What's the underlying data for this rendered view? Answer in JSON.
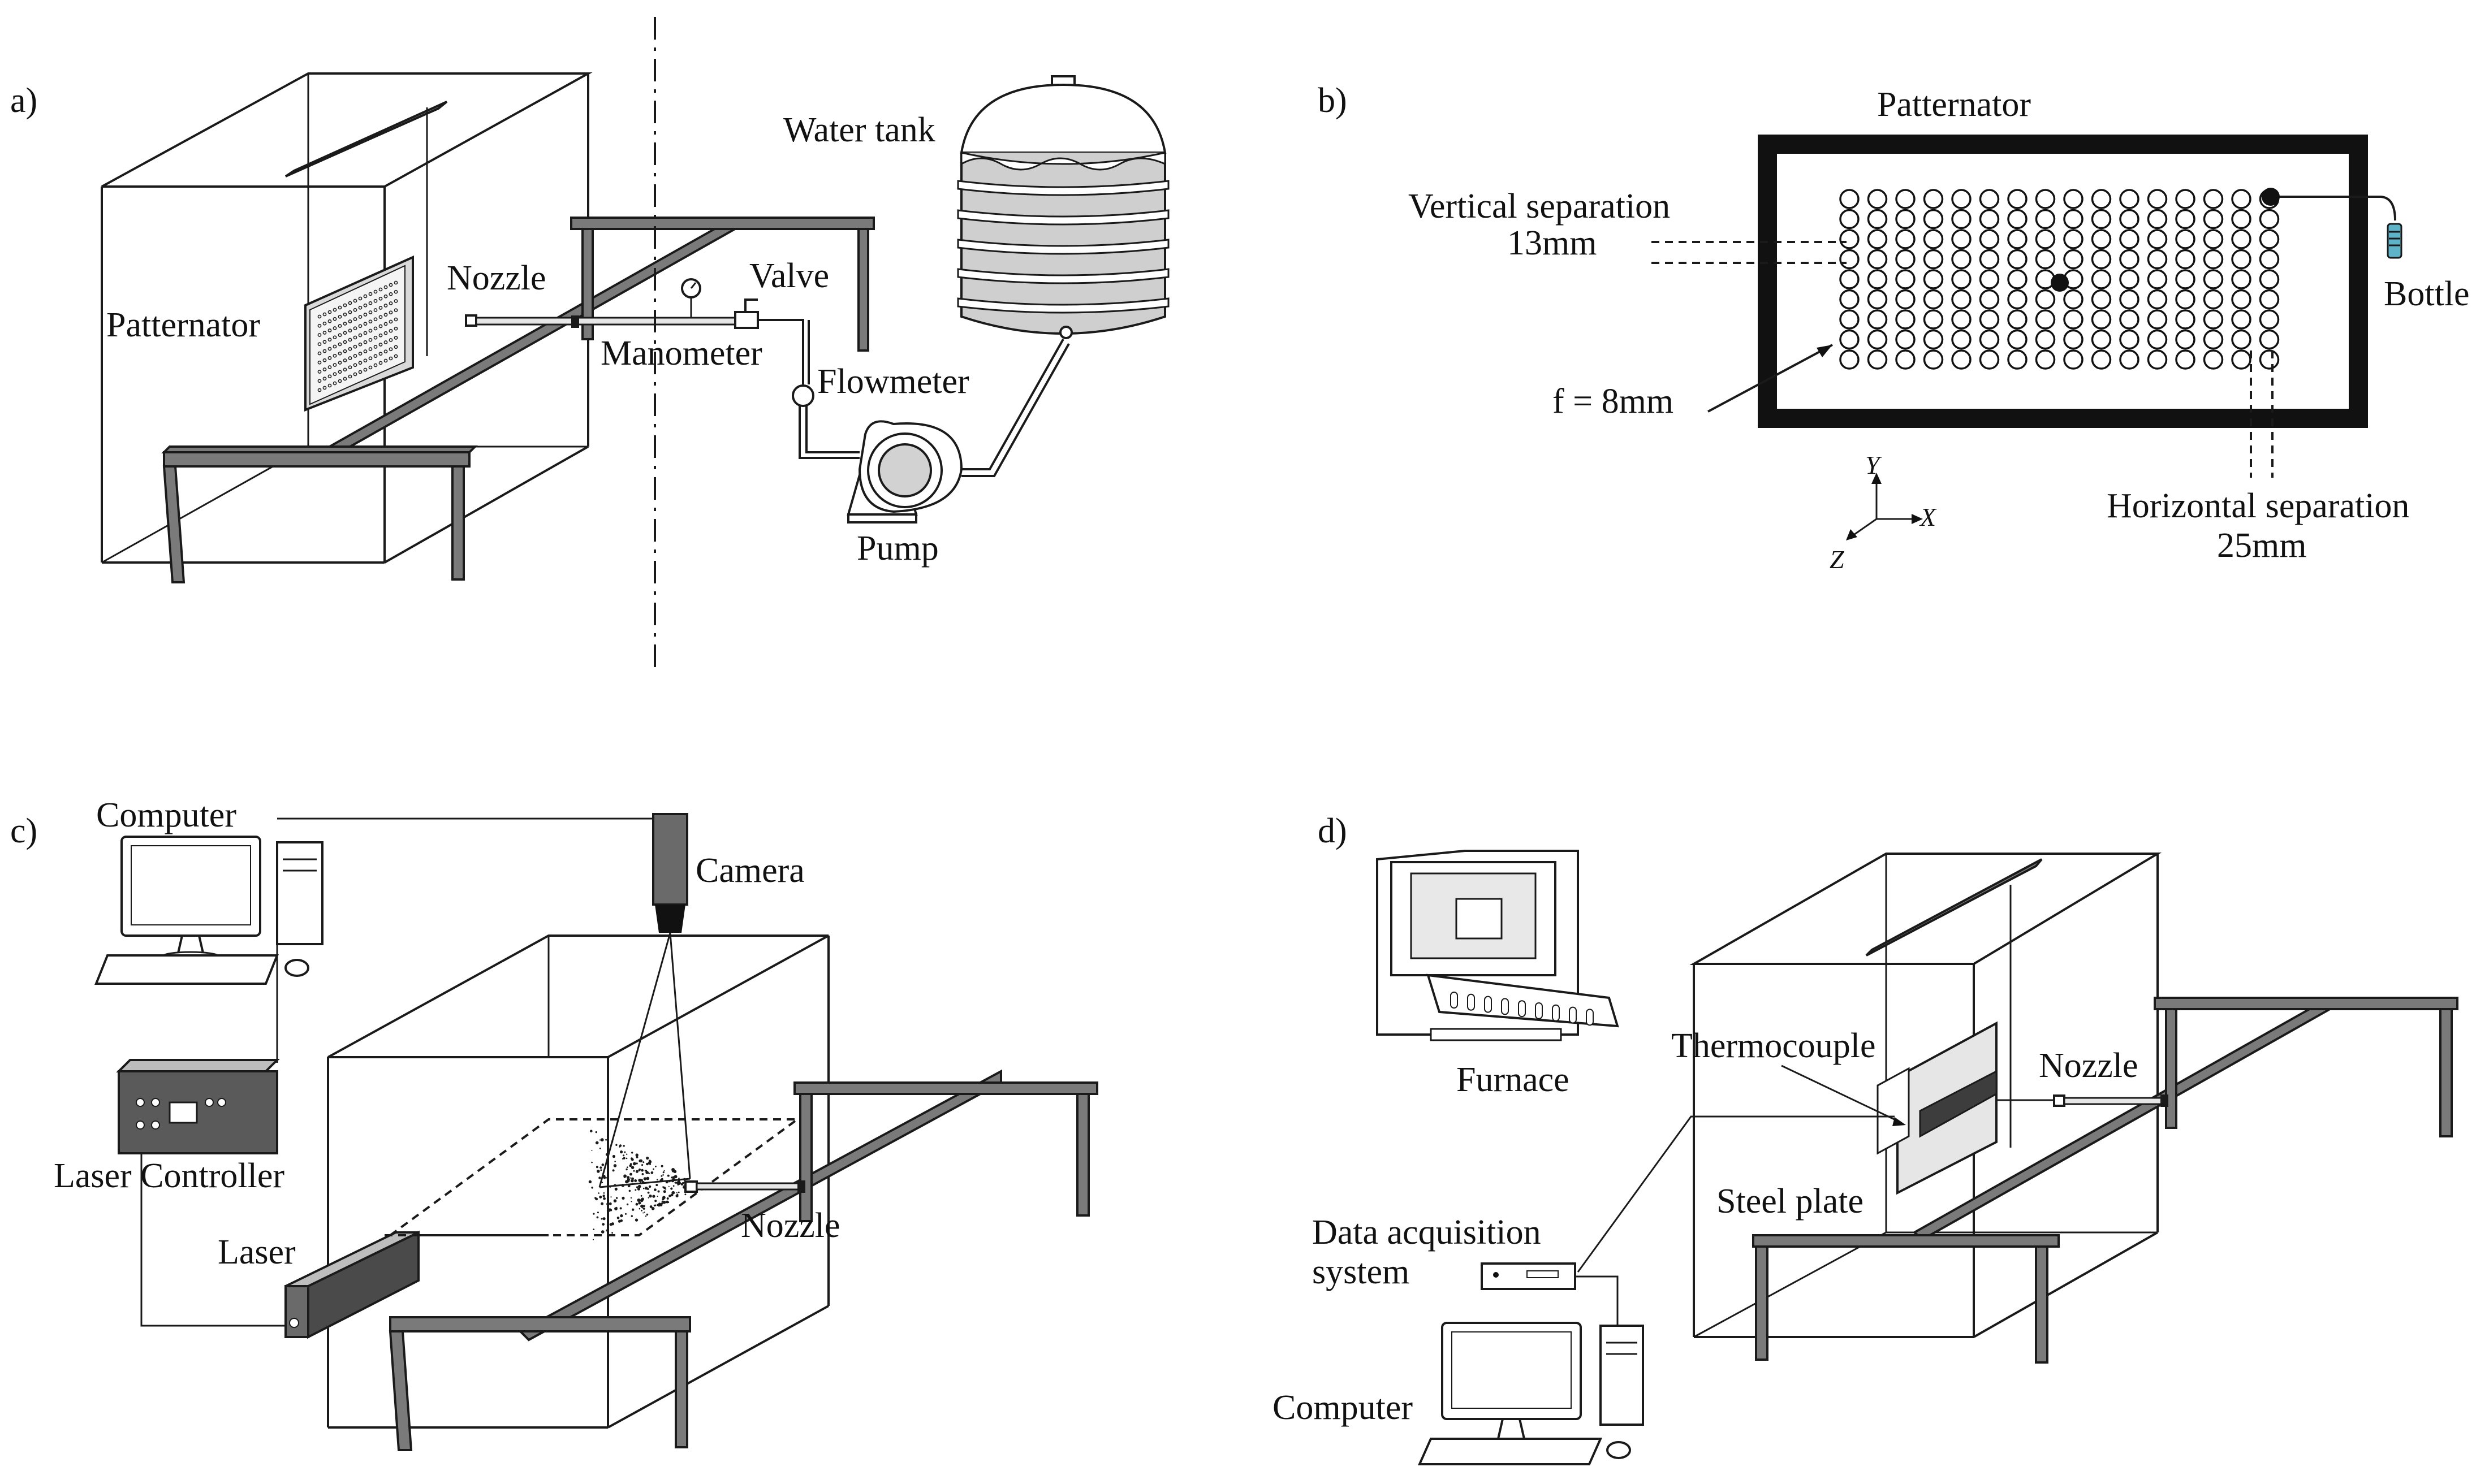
{
  "panels": {
    "a": {
      "tag": "a)",
      "labels": {
        "water_tank": "Water tank",
        "patternator": "Patternator",
        "nozzle": "Nozzle",
        "valve": "Valve",
        "manometer": "Manometer",
        "flowmeter": "Flowmeter",
        "pump": "Pump"
      }
    },
    "b": {
      "tag": "b)",
      "labels": {
        "title": "Patternator",
        "vertical_separation": "Vertical separation",
        "vertical_value": "13mm",
        "diameter": "f = 8mm",
        "bottle": "Bottle",
        "horizontal_separation": "Horizontal separation",
        "horizontal_value": "25mm"
      },
      "axes": {
        "y": "Y",
        "x": "X",
        "z": "Z"
      },
      "grid": {
        "rows": 9,
        "cols": 16
      }
    },
    "c": {
      "tag": "c)",
      "labels": {
        "computer": "Computer",
        "camera": "Camera",
        "laser_controller": "Laser Controller",
        "laser": "Laser",
        "nozzle": "Nozzle"
      }
    },
    "d": {
      "tag": "d)",
      "labels": {
        "furnace": "Furnace",
        "thermocouple": "Thermocouple",
        "nozzle": "Nozzle",
        "steel_plate": "Steel plate",
        "daq_line1": "Data acquisition",
        "daq_line2": "system",
        "computer": "Computer"
      }
    }
  },
  "colors": {
    "line": "#1a1a1a",
    "beam": "#7a7a7a",
    "tank_band": "#777777",
    "frame": "#111111",
    "bottle": "#5fb3c9"
  }
}
